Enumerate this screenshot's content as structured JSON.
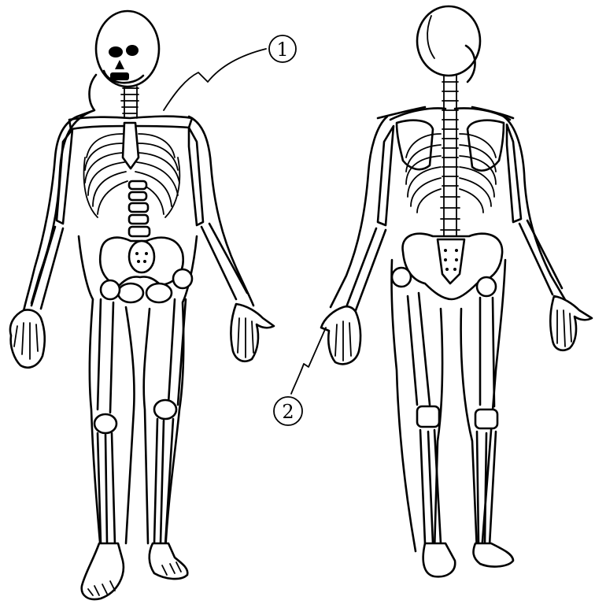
{
  "diagram": {
    "figures": [
      {
        "view": "front"
      },
      {
        "view": "back"
      }
    ],
    "callouts": [
      {
        "label": "1"
      },
      {
        "label": "2"
      }
    ]
  }
}
